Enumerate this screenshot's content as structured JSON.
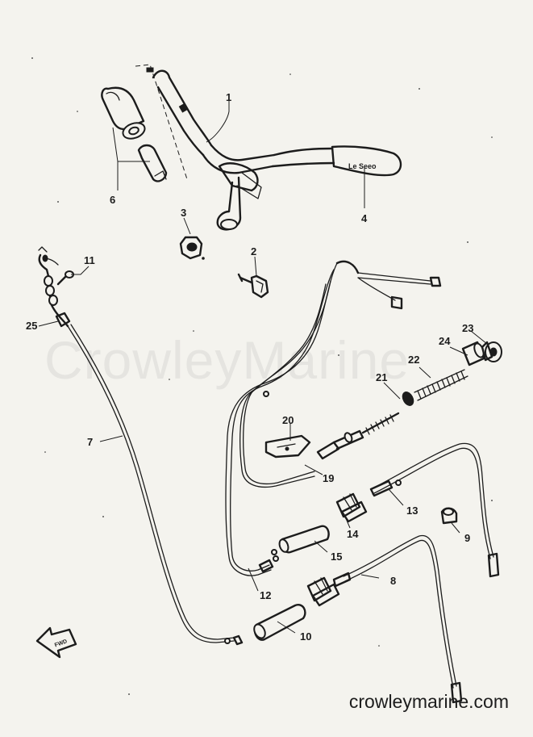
{
  "watermark": "CrowleyMarine",
  "site": "crowleymarine.com",
  "fwd_mark": "FWD",
  "grip_text": "Le Seeo",
  "callouts": {
    "c1": "1",
    "c2": "2",
    "c3": "3",
    "c4": "4",
    "c6": "6",
    "c7": "7",
    "c8": "8",
    "c9": "9",
    "c10": "10",
    "c11": "11",
    "c12": "12",
    "c13": "13",
    "c14": "14",
    "c15": "15",
    "c19": "19",
    "c20": "20",
    "c21": "21",
    "c22": "22",
    "c23": "23",
    "c24": "24",
    "c25": "25"
  },
  "colors": {
    "background": "#f4f3ee",
    "ink": "#1c1c1c"
  }
}
